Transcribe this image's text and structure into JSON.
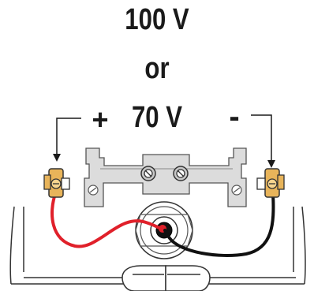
{
  "labels": {
    "voltage_top": "100 V",
    "connector_word": "or",
    "voltage_bottom": "70 V",
    "plus_sign": "+",
    "minus_sign": "-"
  },
  "colors": {
    "positive_wire": "#e0202a",
    "negative_wire": "#111111",
    "terminal_fill": "#e8b45a",
    "bracket_fill": "#dcdcdc",
    "outline": "#333333"
  },
  "icons": {
    "plus_terminal": "brass-terminal-icon",
    "minus_terminal": "brass-terminal-icon",
    "screw": "screw-icon",
    "arrow": "arrow-down-icon"
  }
}
